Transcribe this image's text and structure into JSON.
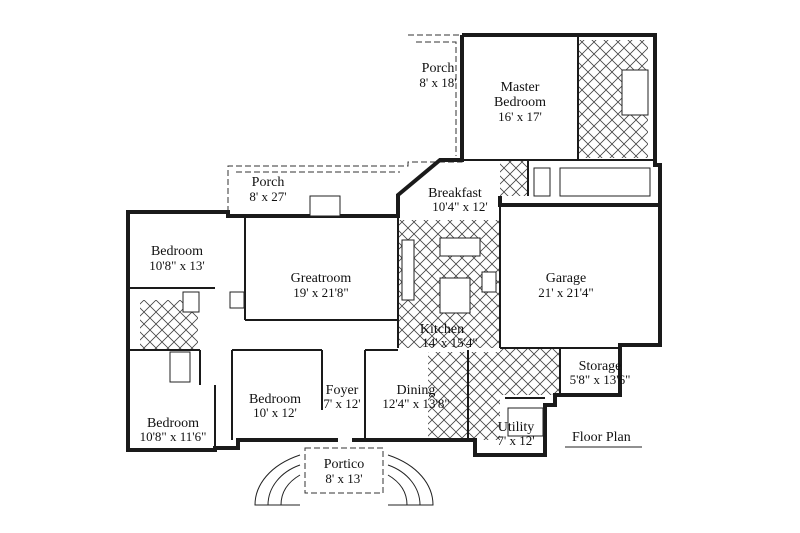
{
  "plan": {
    "title": "Floor Plan",
    "rooms": [
      {
        "key": "porch_top",
        "name": "Porch",
        "dim": "8' x 18'"
      },
      {
        "key": "master",
        "name": "Master",
        "name2": "Bedroom",
        "dim": "16' x 17'"
      },
      {
        "key": "porch_left",
        "name": "Porch",
        "dim": "8' x 27'"
      },
      {
        "key": "breakfast",
        "name": "Breakfast",
        "dim": "10'4\" x 12'"
      },
      {
        "key": "bedroom1",
        "name": "Bedroom",
        "dim": "10'8\" x 13'"
      },
      {
        "key": "greatroom",
        "name": "Greatroom",
        "dim": "19' x 21'8\""
      },
      {
        "key": "garage",
        "name": "Garage",
        "dim": "21' x 21'4\""
      },
      {
        "key": "kitchen",
        "name": "Kitchen",
        "dim": "14' x 15'4\""
      },
      {
        "key": "storage",
        "name": "Storage",
        "dim": "5'8\" x 13'6\""
      },
      {
        "key": "bedroom2",
        "name": "Bedroom",
        "dim": "10' x 12'"
      },
      {
        "key": "foyer",
        "name": "Foyer",
        "dim": "7' x 12'"
      },
      {
        "key": "dining",
        "name": "Dining",
        "dim": "12'4\" x 13'8\""
      },
      {
        "key": "bedroom3",
        "name": "Bedroom",
        "dim": "10'8\" x 11'6\""
      },
      {
        "key": "utility",
        "name": "Utility",
        "dim": "7' x 12'"
      },
      {
        "key": "portico",
        "name": "Portico",
        "dim": "8' x 13'"
      }
    ]
  }
}
